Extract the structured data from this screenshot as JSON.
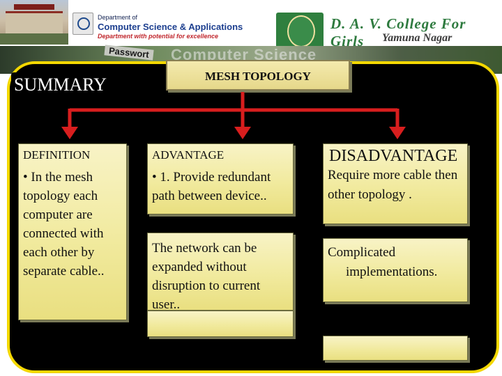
{
  "banner": {
    "dept_line1": "Department of",
    "dept_line2": "Computer Science & Applications",
    "dept_line3": "Department with potential for excellence",
    "college_line1": "D. A. V. College For Girls",
    "college_line2": "Yamuna Nagar"
  },
  "background": {
    "password_text": "Passwort",
    "cs_text": "Computer Science"
  },
  "slide": {
    "summary_label": "SUMMARY",
    "title": "MESH TOPOLOGY",
    "definition": {
      "header": "DEFINITION",
      "text": "• In the mesh topology each computer are connected with each other by separate cable.."
    },
    "advantage": {
      "header": "ADVANTAGE",
      "point1": "• 1. Provide redundant path between device..",
      "point2": "The network can be expanded  without disruption to current user.."
    },
    "disadvantage": {
      "header": "DISADVANTAGE",
      "point1": "Require more cable then other topology .",
      "point2_line1": "Complicated",
      "point2_line2": "implementations."
    }
  },
  "colors": {
    "frame_border": "#f4d800",
    "arrow": "#d81e1e",
    "box_fill": "#f1ea9e"
  }
}
